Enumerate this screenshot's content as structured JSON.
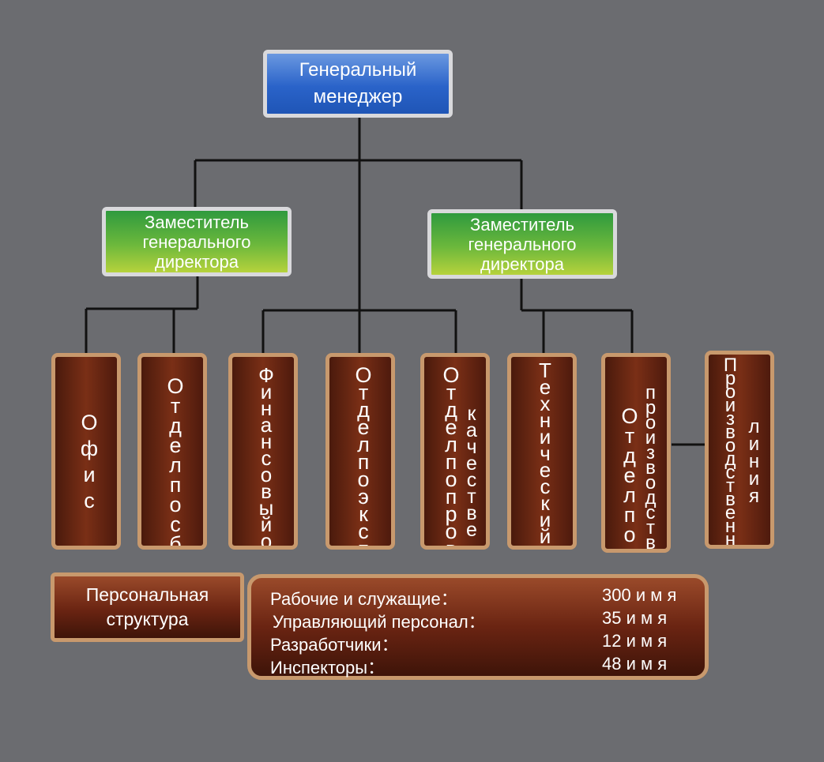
{
  "top": {
    "line1": "Генеральный",
    "line2": "менеджер"
  },
  "deputies": [
    {
      "line1": "Заместитель",
      "line2": "генерального",
      "line3": "директора"
    },
    {
      "line1": "Заместитель",
      "line2": "генерального",
      "line3": "директора"
    }
  ],
  "departments": [
    {
      "col1": "Офис"
    },
    {
      "col1": "Отделпосбыту"
    },
    {
      "col1": "Финансовыйотдел"
    },
    {
      "col1": "Отделпоэкспорту"
    },
    {
      "col1": "Отделпопроверке",
      "col2": "качестве"
    },
    {
      "col1": "Техническийцентр"
    },
    {
      "col1": "Отделпо",
      "col2": "производству"
    },
    {
      "col1": "Производственная",
      "col2": "линия"
    }
  ],
  "personnel": {
    "line1": "Персональная",
    "line2": "структура"
  },
  "stats": [
    {
      "label": "Рабочие и служащие：",
      "value": "300 и м я"
    },
    {
      "label": "Управляющий персонал：",
      "value": "35 и м я"
    },
    {
      "label": "Разработчики：",
      "value": "12 и м я"
    },
    {
      "label": "Инспекторы：",
      "value": "48 и м я"
    }
  ]
}
